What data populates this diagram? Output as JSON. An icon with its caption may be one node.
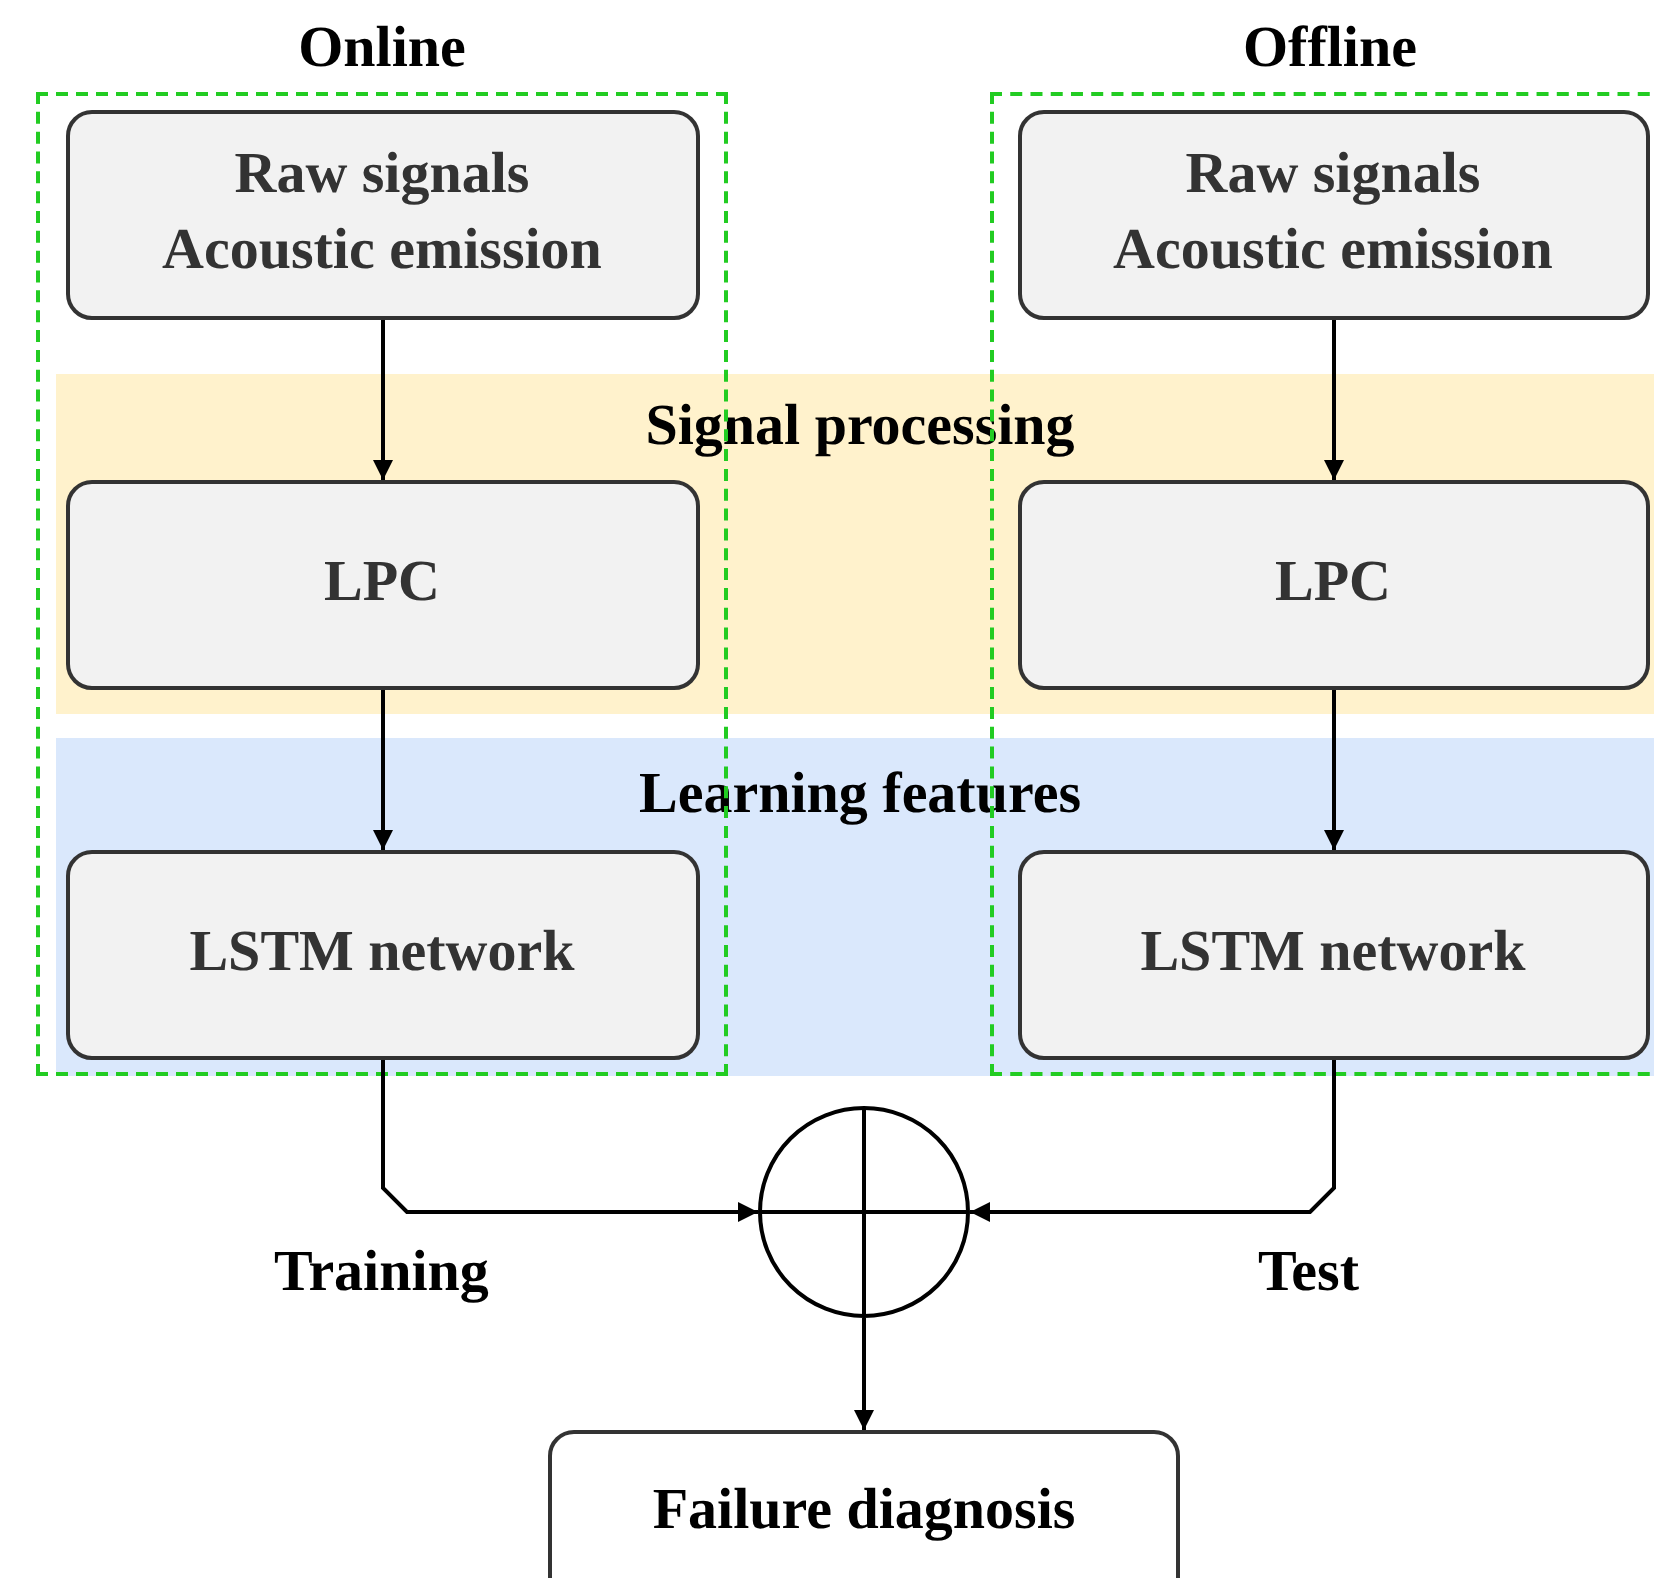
{
  "diagram": {
    "nodes": [
      {
        "text": [
          "Online"
        ]
      },
      {
        "text": [
          "Raw signals",
          "Acoustic emission"
        ],
        "in": 0
      },
      {
        "text": [
          "Offline"
        ]
      },
      {
        "text": [
          "Raw signals",
          "Acoustic emission"
        ],
        "in": 2
      },
      {
        "text": [
          "LPC"
        ],
        "in": 0
      },
      {
        "text": [
          "LPC"
        ],
        "in": 2
      },
      {
        "text": [
          "LSTM network"
        ],
        "in": 0
      },
      {
        "text": [
          "LSTM network"
        ],
        "in": 2
      },
      {
        "text": [],
        "shape": "circle"
      },
      {
        "text": [
          "Failure diagnosis"
        ]
      }
    ],
    "edges": [
      {
        "from": 1,
        "to": 4,
        "arrow": "to"
      },
      {
        "from": 3,
        "to": 5,
        "arrow": "to"
      },
      {
        "from": 4,
        "to": 6,
        "arrow": "to"
      },
      {
        "from": 5,
        "to": 7,
        "arrow": "to"
      },
      {
        "from": 6,
        "to": 8,
        "arrow": "to",
        "label": "Training"
      },
      {
        "from": 7,
        "to": 8,
        "arrow": "to",
        "label": "Test"
      },
      {
        "from": 8,
        "to": 9,
        "arrow": "to"
      }
    ],
    "labels": [
      "Signal processing",
      "Learning features"
    ]
  }
}
